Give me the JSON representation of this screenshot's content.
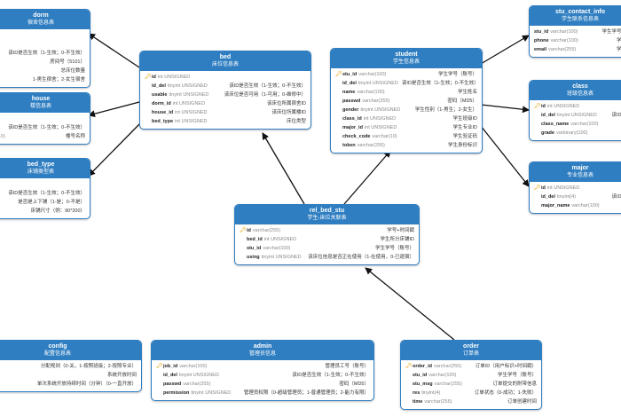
{
  "colors": {
    "header": "#2f7ec1",
    "border": "#2f7ec1",
    "edge": "#111111",
    "key": "#e3a200"
  },
  "tables": {
    "dorm": {
      "name": "dorm",
      "desc": "宿舍信息表",
      "fields": [
        {
          "key": false,
          "name": "",
          "type": "",
          "comment": ""
        },
        {
          "key": false,
          "name": "",
          "type": "",
          "comment": ""
        },
        {
          "key": false,
          "name": "",
          "type": "",
          "comment": "该ID是否生效（1-生效；0-不生效）"
        },
        {
          "key": false,
          "name": "",
          "type": "",
          "comment": "房间号（5101）"
        },
        {
          "key": false,
          "name": "",
          "type": "",
          "comment": "总床位数量"
        },
        {
          "key": false,
          "name": "",
          "type": "",
          "comment": "1-男生宿舍；2-女生宿舍"
        }
      ]
    },
    "house": {
      "name": "house",
      "desc": "楼信息表",
      "fields": [
        {
          "key": false,
          "name": "",
          "type": "",
          "comment": ""
        },
        {
          "key": false,
          "name": "",
          "type": "",
          "comment": "该ID是否生效（1-生效；0-不生效）"
        },
        {
          "key": false,
          "name": "",
          "type": "(10)",
          "comment": "楼号名称"
        }
      ]
    },
    "bed_type": {
      "name": "bed_type",
      "desc": "床铺类型表",
      "fields": [
        {
          "key": false,
          "name": "",
          "type": "",
          "comment": ""
        },
        {
          "key": false,
          "name": "",
          "type": "",
          "comment": "该ID是否生效（1-生效；0-不生效）"
        },
        {
          "key": false,
          "name": "",
          "type": "",
          "comment": "是否是上下铺（1-是；0-不是）"
        },
        {
          "key": false,
          "name": "",
          "type": "",
          "comment": "床铺尺寸（例：90*200）"
        }
      ]
    },
    "bed": {
      "name": "bed",
      "desc": "床位信息表",
      "fields": [
        {
          "key": true,
          "name": "id",
          "type": "int UNSIGNED",
          "comment": ""
        },
        {
          "key": false,
          "name": "id_del",
          "type": "tinyint UNSIGNED",
          "comment": "该ID是否生效（1-生效；0-不生效）"
        },
        {
          "key": false,
          "name": "usable",
          "type": "tinyint UNSIGNED",
          "comment": "该床位是否可用（1-可用；0-维修中）"
        },
        {
          "key": false,
          "name": "dorm_id",
          "type": "int UNSIGNED",
          "comment": "该床位所属宿舍ID"
        },
        {
          "key": false,
          "name": "house_id",
          "type": "int UNSIGNED",
          "comment": "该床位所属楼ID"
        },
        {
          "key": false,
          "name": "bed_type",
          "type": "int UNSIGNED",
          "comment": "床位类型"
        }
      ]
    },
    "student": {
      "name": "student",
      "desc": "学生信息表",
      "fields": [
        {
          "key": true,
          "name": "stu_id",
          "type": "varchar(100)",
          "comment": "学生学号（账号）"
        },
        {
          "key": false,
          "name": "id_del",
          "type": "tinyint UNSIGNED",
          "comment": "该ID是否生效（1-生效；0-不生效）"
        },
        {
          "key": false,
          "name": "name",
          "type": "varchar(100)",
          "comment": "学生姓名"
        },
        {
          "key": false,
          "name": "passwd",
          "type": "varchar(255)",
          "comment": "密码（MD5）"
        },
        {
          "key": false,
          "name": "gender",
          "type": "tinyint UNSIGNED",
          "comment": "学生性别（1-男生；2-女生）"
        },
        {
          "key": false,
          "name": "class_id",
          "type": "int UNSIGNED",
          "comment": "学生班级ID"
        },
        {
          "key": false,
          "name": "major_id",
          "type": "int UNSIGNED",
          "comment": "学生专业ID"
        },
        {
          "key": false,
          "name": "check_code",
          "type": "varchar(10)",
          "comment": "学生验证码"
        },
        {
          "key": false,
          "name": "token",
          "type": "varchar(255)",
          "comment": "学生身份标识"
        }
      ]
    },
    "stu_contact_info": {
      "name": "stu_contact_info",
      "desc": "学生联系信息表",
      "fields": [
        {
          "key": false,
          "name": "stu_id",
          "type": "varchar(100)",
          "comment": "学生学号（"
        },
        {
          "key": false,
          "name": "phone",
          "type": "varchar(100)",
          "comment": "学生"
        },
        {
          "key": false,
          "name": "email",
          "type": "varchar(255)",
          "comment": "学生"
        }
      ]
    },
    "class": {
      "name": "class",
      "desc": "班级信息表",
      "fields": [
        {
          "key": true,
          "name": "id",
          "type": "int UNSIGNED",
          "comment": ""
        },
        {
          "key": false,
          "name": "id_del",
          "type": "tinyint UNSIGNED",
          "comment": "该ID是"
        },
        {
          "key": false,
          "name": "class_name",
          "type": "varchar(100)",
          "comment": ""
        },
        {
          "key": false,
          "name": "grade",
          "type": "varbinary(100)",
          "comment": ""
        }
      ]
    },
    "major": {
      "name": "major",
      "desc": "专业信息表",
      "fields": [
        {
          "key": true,
          "name": "id",
          "type": "int UNSIGNED",
          "comment": ""
        },
        {
          "key": false,
          "name": "id_del",
          "type": "tinyint(4)",
          "comment": "该ID是"
        },
        {
          "key": false,
          "name": "major_name",
          "type": "varchar(100)",
          "comment": ""
        }
      ]
    },
    "rel_bed_stu": {
      "name": "rel_bed_stu",
      "desc": "学生-床位关联表",
      "fields": [
        {
          "key": true,
          "name": "id",
          "type": "varchar(255)",
          "comment": "学号+时间戳"
        },
        {
          "key": false,
          "name": "bed_id",
          "type": "int UNSIGNED",
          "comment": "学生所分床铺ID"
        },
        {
          "key": false,
          "name": "stu_id",
          "type": "varchar(100)",
          "comment": "学生学号（账号）"
        },
        {
          "key": false,
          "name": "using",
          "type": "tinyint UNSIGNED",
          "comment": "该床位信息是否正在使用（1-在使用，0-已退宿）"
        }
      ]
    },
    "config": {
      "name": "config",
      "desc": "配置信息表",
      "fields": [
        {
          "key": false,
          "name": "",
          "type": "",
          "comment": "分配规则（0-关，1-按照班级；2-按照专业）"
        },
        {
          "key": false,
          "name": "",
          "type": "",
          "comment": "系统开放时间"
        },
        {
          "key": false,
          "name": "",
          "type": "",
          "comment": "单次系统开放持续时间（分钟）（0-一直开放）"
        }
      ]
    },
    "admin": {
      "name": "admin",
      "desc": "管理员信息",
      "fields": [
        {
          "key": true,
          "name": "job_id",
          "type": "varchar(100)",
          "comment": "管理员工号（账号）"
        },
        {
          "key": false,
          "name": "id_del",
          "type": "tinyint UNSIGNED",
          "comment": "该ID是否生效（1-生效；0-不生效）"
        },
        {
          "key": false,
          "name": "passwd",
          "type": "varchar(255)",
          "comment": "密码（MD5）"
        },
        {
          "key": false,
          "name": "permission",
          "type": "tinyint UNSIGNED",
          "comment": "管理员权限（0-超级管理员；1-普通管理员；2-能力有限）"
        }
      ]
    },
    "order": {
      "name": "order",
      "desc": "订单表",
      "fields": [
        {
          "key": true,
          "name": "order_id",
          "type": "varchar(255)",
          "comment": "订单ID（用户标识+时间戳）"
        },
        {
          "key": false,
          "name": "stu_id",
          "type": "varchar(100)",
          "comment": "学生学号（账号）"
        },
        {
          "key": false,
          "name": "stu_msg",
          "type": "varchar(255)",
          "comment": "订单提交的附带信息"
        },
        {
          "key": false,
          "name": "res",
          "type": "tinyint(4)",
          "comment": "订单状态（0-成功；1-失败）"
        },
        {
          "key": false,
          "name": "time",
          "type": "varchar(255)",
          "comment": "订单创建时间"
        }
      ]
    }
  }
}
